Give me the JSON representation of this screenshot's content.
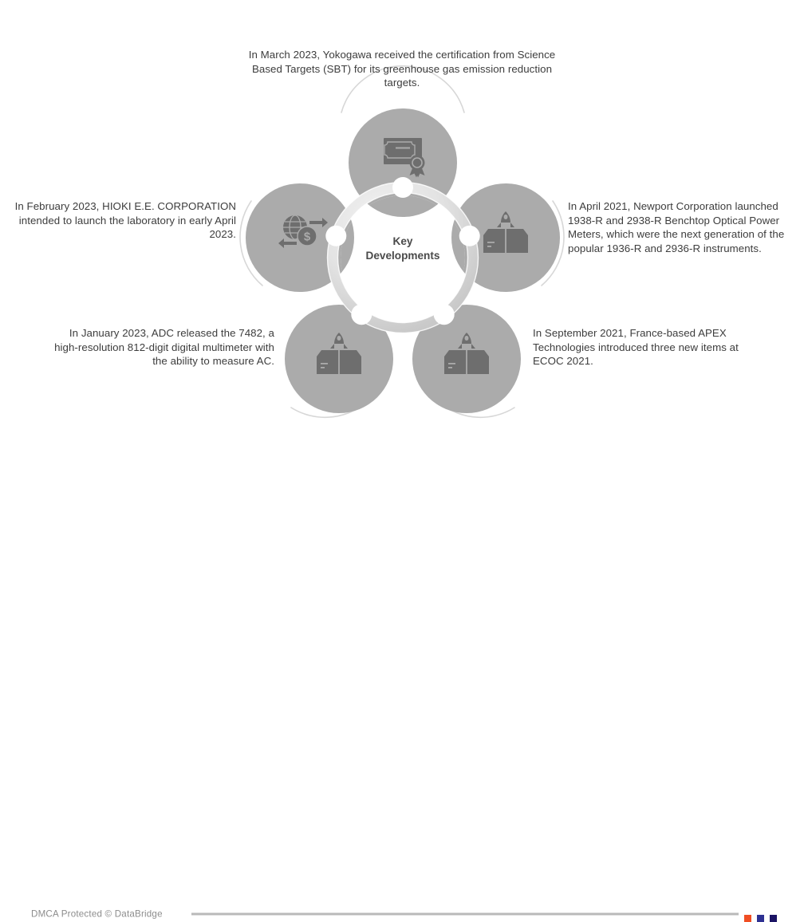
{
  "diagram": {
    "center_title_line1": "Key",
    "center_title_line2": "Developments",
    "petal_color": "#ABABAB",
    "ring_color": "#E2E2E2",
    "ring_color_dark": "#CFCFCF",
    "outer_arc_color": "#D7D7D7",
    "node_color": "#FFFFFF",
    "icon_color": "#6E6E6E",
    "petals": [
      {
        "position": "top",
        "icon": "certificate-icon",
        "text": "In March 2023, Yokogawa received the certification from Science Based Targets (SBT) for its greenhouse gas emission reduction targets."
      },
      {
        "position": "right",
        "icon": "product-launch-rocket-box-icon",
        "text": "In April 2021, Newport Corporation launched 1938-R and 2938-R Benchtop Optical Power Meters, which were the next generation of the popular 1936-R and 2936-R instruments."
      },
      {
        "position": "bottom-right",
        "icon": "product-launch-rocket-box-icon",
        "text": "In September 2021, France-based APEX Technologies introduced three new items at ECOC 2021."
      },
      {
        "position": "bottom-left",
        "icon": "product-launch-rocket-box-icon",
        "text": "In January 2023, ADC released the 7482, a high-resolution 812-digit digital multimeter with the ability to measure AC."
      },
      {
        "position": "left",
        "icon": "global-currency-exchange-icon",
        "text": "In February 2023, HIOKI E.E. CORPORATION intended to launch the laboratory in early April 2023."
      }
    ]
  },
  "footer": {
    "copyright": "DMCA Protected © DataBridge",
    "rule_color": "#B9B9B9",
    "swatches": [
      {
        "name": "orange",
        "color": "#F04E23"
      },
      {
        "name": "blue",
        "color": "#2E3192"
      },
      {
        "name": "navy",
        "color": "#1B1464"
      }
    ]
  }
}
